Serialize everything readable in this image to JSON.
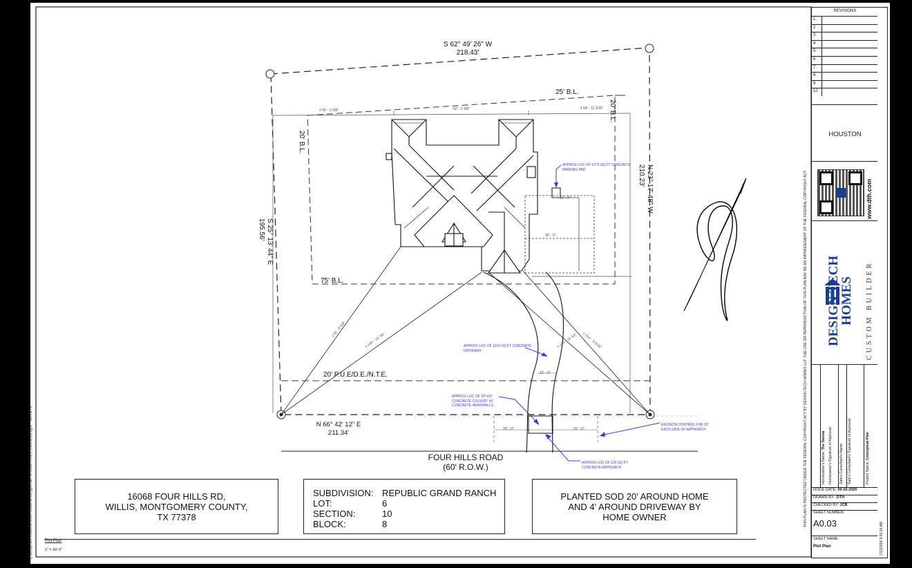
{
  "sidebar_path": "Q:\\Design\\Dth Customer\\2026 Customer\\Lengyel\\Sec 10 Block 8 Lot 6 (Sienna)\\Lengyel - Sienna.rvt",
  "plan_labels": {
    "north_bearing": "S 62° 49' 26\" W",
    "north_length": "218.43'",
    "east_bearing": "N 23° 17' 48\" W",
    "east_length": "210.23'",
    "west_bearing": "S 25° 13' 44\" E",
    "west_length": "195.56'",
    "south_bearing": "N 66° 42' 12\" E",
    "south_length": "211.34'",
    "front_bl": "25' B.L.",
    "side_bl_right": "20' B.L.",
    "side_bl_left": "20' B.L.",
    "rear_bl": "75' B.L.",
    "easement": "20' P.U.E/D.E./N.T.E.",
    "road_name": "FOUR HILLS ROAD",
    "road_row": "(60' R.O.W.)",
    "parking_note": "APPROX LOC OF 1275 SQ FT CONCRETE PARKING PAD",
    "driveway_note": "APPROX LOC OF 1104 SQ FT CONCRETE DRIVEWAY",
    "culvert_note": "APPROX LOC OF 18\"x20' CONCRETE CULVERT W/ CONCRETE HEADWALLS",
    "erosion_note": "EROSION CONTROL FOR 20' EACH SIDE OF APPROACH",
    "approach_note": "APPROX LOC OF 120 SQ FT CONCRETE APPROACH",
    "dim_top_left": "± 60' - 2 3/8\"",
    "dim_top_mid": "62' - 2 3/8\"",
    "dim_top_right": "± 64' - 11 3/16\"",
    "dim_drive_width": "12' - 0\"",
    "dim_culvert_left": "20' - 0\"",
    "dim_culvert_right": "20' - 0\"",
    "dim_parking_a": "15' - 0\"",
    "dim_parking_b": "30' - 0\"",
    "diag_a": "± 69' - 6 5/8\"",
    "diag_b": "± 140' - 10 7/8\"",
    "diag_c": "± 120' - 10 1/2\"",
    "diag_d": "± 104' - 9 3/16\""
  },
  "info_address": {
    "line1": "16068 FOUR HILLS RD,",
    "line2": "WILLIS, MONTGOMERY COUNTY,",
    "line3": "TX 77378"
  },
  "info_subdivision": {
    "rows": [
      {
        "label": "SUBDIVISION:",
        "value": "REPUBLIC GRAND RANCH"
      },
      {
        "label": "LOT:",
        "value": "6"
      },
      {
        "label": "SECTION:",
        "value": "10"
      },
      {
        "label": "BLOCK:",
        "value": "8"
      }
    ]
  },
  "info_sod": {
    "line1": "PLANTED SOD 20' AROUND HOME",
    "line2": "AND 4' AROUND DRIVEWAY BY",
    "line3": "HOME OWNER"
  },
  "view_title": "Plot Plan",
  "view_scale": "1\" = 30'-0\"",
  "title_block": {
    "revisions_header": "REVISIONS",
    "revision_numbers": [
      "1",
      "2",
      "3",
      "4",
      "5",
      "6",
      "7",
      "8",
      "9",
      "10"
    ],
    "region": "HOUSTON",
    "website": "www.dth.com",
    "brand_line1": "DESIGN TECH",
    "brand_line2": "HOMES",
    "brand_tagline": "CUSTOM BUILDER",
    "copyright": "THIS PLAN IS PROTECTED UNDER THE FEDERAL COPYRIGHT ACT BY DESIGN TECH HOMES LLP. THE USE OR REPRODUCTION OF THIS PLAN MAY BE AN INFRINGEMENT OF THE FEDERAL COPYRIGHT ACT.",
    "homeowner_label": "Homeowner's Name:",
    "homeowner_value": "The Sienna",
    "homeowner_sig": "Homeowner's Signature of Approval:",
    "consultant_label": "Sale's Consultant's Name:",
    "consultant_sig": "Sale's Consultant's Signature of Approval:",
    "project_status_label": "Project Status:",
    "project_status_value": "Conceptual Plan",
    "issue_date_label": "ISSUE DATE:",
    "issue_date_value": "09-26-2025",
    "drawn_by_label": "DRAWN BY:",
    "drawn_by_value": "DTH",
    "checked_by_label": "CHECKED BY:",
    "checked_by_value": "JCB",
    "sheet_number_label": "SHEET NUMBER:",
    "sheet_number_value": "A0.03",
    "sheet_name_label": "SHEET NAME:",
    "sheet_name_value": "Plot Plan",
    "timestamp": "7/13/2026 9:50:14 AM"
  },
  "colors": {
    "annotation_blue": "#3a3ad6",
    "line": "#1a1a1a",
    "brand_blue": "#1c3f8c"
  }
}
